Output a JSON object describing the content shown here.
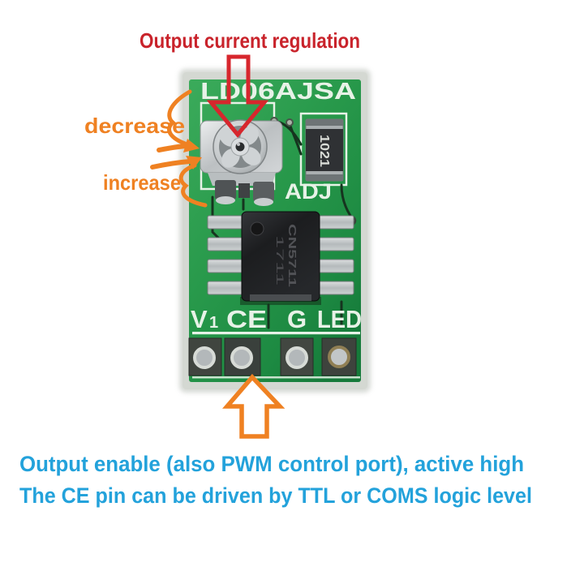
{
  "annotations": {
    "top_title": "Output current regulation",
    "decrease_label": "decrease",
    "increase_label": "increase",
    "note_line1": "Output enable (also PWM control port), active high",
    "note_line2": "The CE pin can be driven by TTL or COMS logic level",
    "colors": {
      "red_accent": "#c9232b",
      "orange_accent": "#ef8122",
      "blue_accent": "#23a2db"
    }
  },
  "board": {
    "silkscreen_title": "LD06AJSA",
    "adj_label": "ADJ",
    "resistor_code": "1021",
    "chip_marking_line1": "CN5711",
    "chip_marking_line2": "1711",
    "pin_labels": [
      {
        "main": "V",
        "sub": "1"
      },
      {
        "main": "CE",
        "sub": ""
      },
      {
        "main": "G",
        "sub": ""
      },
      {
        "main": "LED",
        "sub": ""
      }
    ],
    "colors": {
      "pcb_green": "#28994b",
      "silkscreen_white": "#e7f2e7"
    }
  }
}
